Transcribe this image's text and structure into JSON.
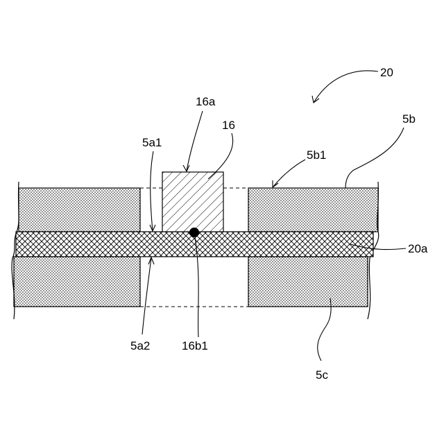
{
  "figure": {
    "labels": {
      "assembly": "20",
      "block_b": "5b",
      "block_b_surface": "5b1",
      "block_c": "5c",
      "left_surface_upper": "5a1",
      "left_surface_lower": "5a2",
      "member": "16",
      "member_surface": "16a",
      "weld_point": "16b1",
      "layer": "20a"
    },
    "colors": {
      "line": "#000000",
      "background": "#ffffff",
      "dot_fill": "#000000"
    },
    "patterns": {
      "blocks": "stipple",
      "layer": "cross-hatch",
      "member": "diagonal-hatch"
    }
  }
}
